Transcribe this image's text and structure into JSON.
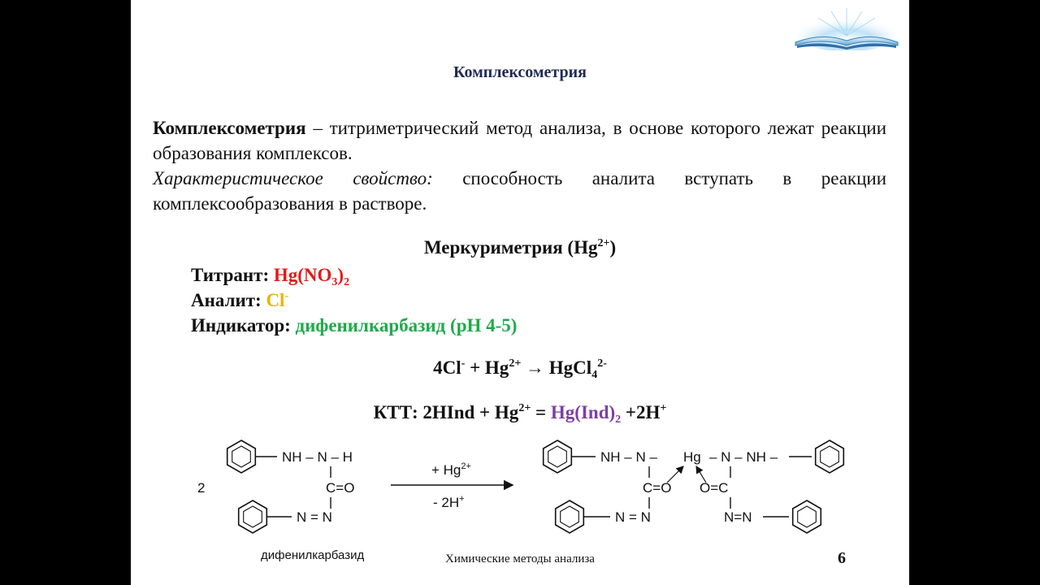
{
  "slide": {
    "title": "Комплексометрия",
    "definition": {
      "term": "Комплексометрия",
      "text": " – титриметрический метод анализа, в основе которого лежат реакции образования комплексов."
    },
    "property": {
      "label": "Характеристическое свойство:",
      "text": " способность аналита вступать в реакции комплексообразования в растворе."
    },
    "mercury": {
      "heading": "Меркуриметрия (Hg",
      "heading_sup": "2+",
      "heading_end": ")"
    },
    "titrant": {
      "label": "Титрант: ",
      "value": "Hg(NO",
      "sub": "3",
      "close": ")",
      "sub2": "2"
    },
    "analyte": {
      "label": "Аналит: ",
      "value": "Cl",
      "sup": "-"
    },
    "indicator": {
      "label": "Индикатор: ",
      "value": "дифенилкарбазид (pH 4-5)"
    },
    "equation1": {
      "a": "4Cl",
      "a_sup": "-",
      "b": " + Hg",
      "b_sup": "2+",
      "c": " → HgCl",
      "c_sub": "4",
      "c_sup": "2-"
    },
    "equation2": {
      "label": "КТТ: 2HInd + Hg",
      "label_sup": "2+",
      "eq": " = ",
      "product": "Hg(Ind)",
      "product_sub": "2",
      "tail": " +2H",
      "tail_sup": "+"
    },
    "scheme": {
      "coefficient": "2",
      "reagent_top": "NH – N – H",
      "reagent_co": "C=O",
      "reagent_azo": "N = N",
      "reagent_name": "дифенилкарбазид",
      "arrow_top": "+ Hg",
      "arrow_top_sup": "2+",
      "arrow_bottom": "- 2H",
      "arrow_bottom_sup": "+",
      "product_top_left": "NH – N –",
      "product_hg": "Hg",
      "product_top_right": "– N – NH –",
      "product_co_left": "C=O",
      "product_co_right": "O=C",
      "product_azo_left": "N = N",
      "product_azo_right": "N=N"
    },
    "footer": "Химические методы анализа",
    "page_number": "6"
  },
  "colors": {
    "title": "#1f2a55",
    "titrant": "#e31a1a",
    "analyte": "#e8b400",
    "indicator": "#1faa4a",
    "complex": "#7b3fa6"
  },
  "icons": [
    "open-book-logo-icon",
    "benzene-ring-icon"
  ]
}
